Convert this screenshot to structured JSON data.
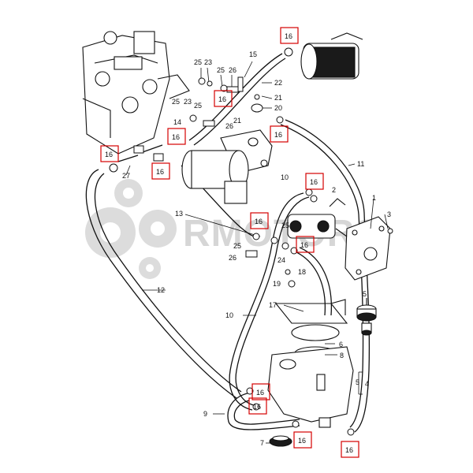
{
  "watermark": {
    "text": "RMOTORS",
    "color": "#d0d0d0"
  },
  "highlight_color": "#d40000",
  "labels": {
    "p1": "1",
    "p2": "2",
    "p3": "3",
    "p4": "4",
    "p5a": "5",
    "p5b": "5",
    "p6": "6",
    "p7": "7",
    "p8": "8",
    "p9": "9",
    "p10a": "10",
    "p10b": "10",
    "p11": "11",
    "p12": "12",
    "p13": "13",
    "p14": "14",
    "p15": "15",
    "p17": "17",
    "p18": "18",
    "p19": "19",
    "p20": "20",
    "p21a": "21",
    "p21b": "21",
    "p22": "22",
    "p23a": "23",
    "p23b": "23",
    "p24": "24",
    "p25a": "25",
    "p25b": "25",
    "p25c": "25",
    "p25d": "25",
    "p25e": "25",
    "p25f": "25",
    "p26a": "26",
    "p26b": "26",
    "p26c": "26",
    "p27": "27"
  },
  "callouts16": [
    "16",
    "16",
    "16",
    "16",
    "16",
    "16",
    "16",
    "16",
    "16",
    "16",
    "16",
    "16",
    "16"
  ]
}
